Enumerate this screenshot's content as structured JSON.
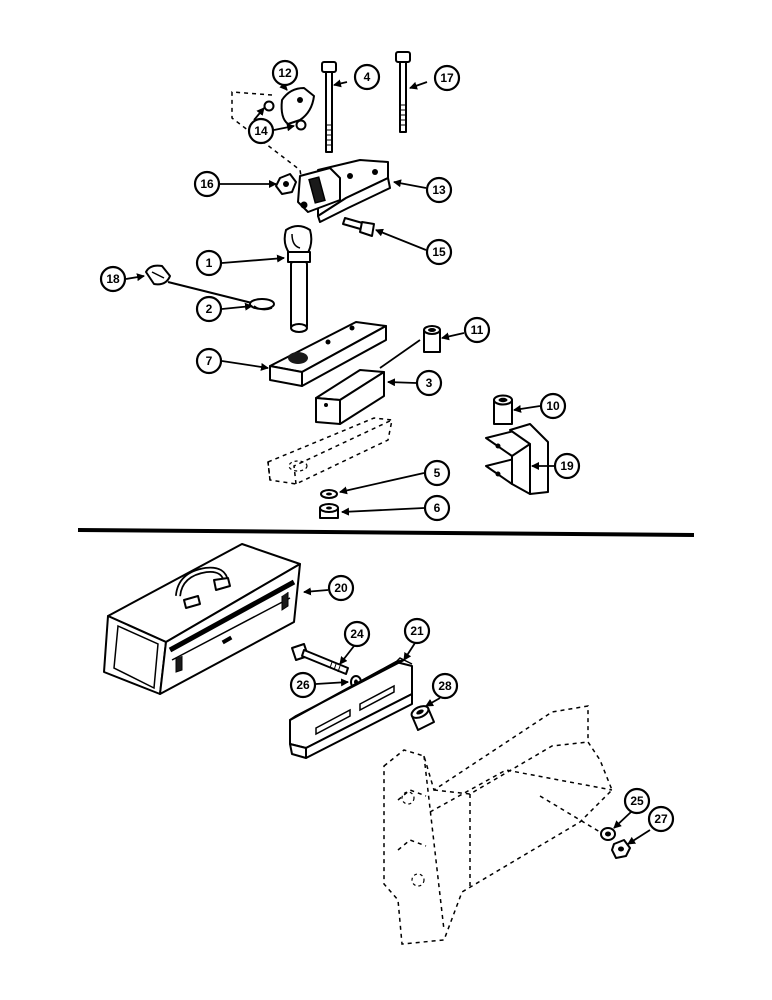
{
  "diagram": {
    "callouts": {
      "c1": "1",
      "c2": "2",
      "c3": "3",
      "c4": "4",
      "c5": "5",
      "c6": "6",
      "c7": "7",
      "c10": "10",
      "c11": "11",
      "c12": "12",
      "c13": "13",
      "c14": "14",
      "c15": "15",
      "c16": "16",
      "c17": "17",
      "c18": "18",
      "c19": "19",
      "c20": "20",
      "c21": "21",
      "c24": "24",
      "c25": "25",
      "c26": "26",
      "c27": "27",
      "c28": "28"
    }
  }
}
